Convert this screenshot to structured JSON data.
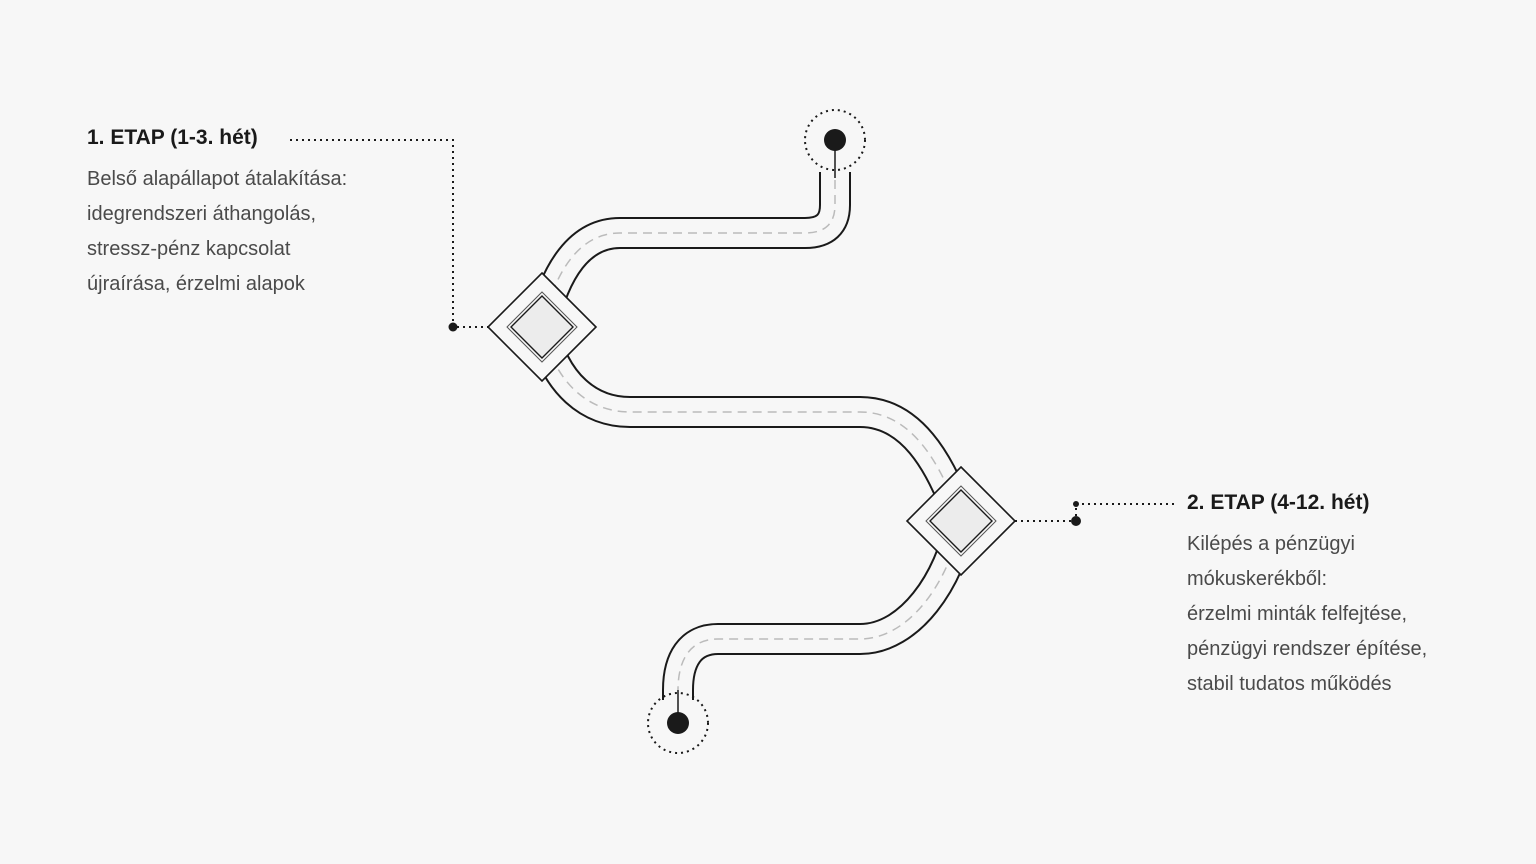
{
  "stages": [
    {
      "title": "1. ETAP (1-3. hét)",
      "lines": [
        "Belső alapállapot átalakítása:",
        "idegrendszeri áthangolás,",
        "stressz-pénz kapcsolat",
        "újraírása, érzelmi alapok"
      ]
    },
    {
      "title": "2. ETAP (4-12. hét)",
      "lines": [
        "Kilépés a pénzügyi",
        "mókuskerékből:",
        "érzelmi minták felfejtése,",
        "pénzügyi rendszer építése,",
        "stabil tudatos működés"
      ]
    }
  ],
  "colors": {
    "line": "#1a1a1a",
    "road": "#f7f7f7",
    "dash": "#bbbbbb",
    "text": "#4a4a4a"
  }
}
